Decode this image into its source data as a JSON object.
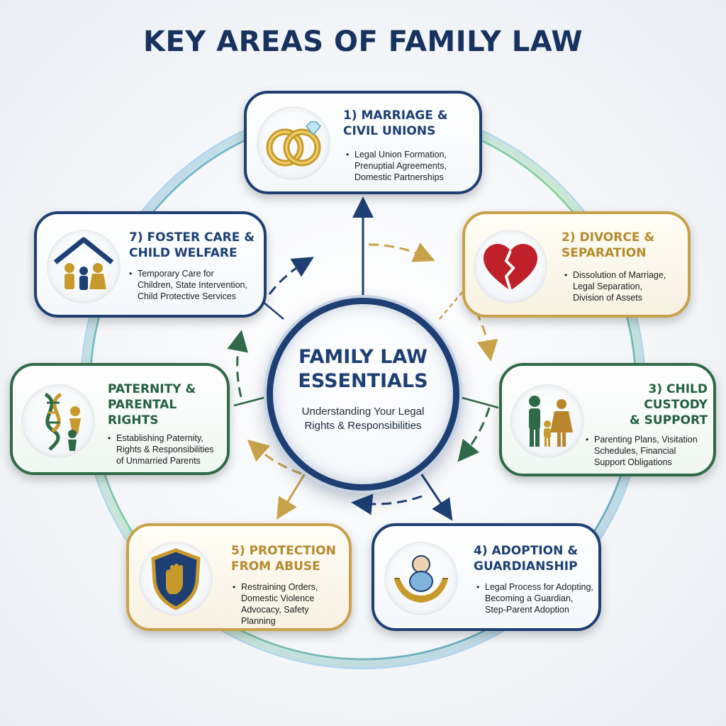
{
  "title": "KEY AREAS OF FAMILY LAW",
  "center": {
    "title": "FAMILY LAW\nESSENTIALS",
    "subtitle": "Understanding Your Legal\nRights & Responsibilities"
  },
  "colors": {
    "navy": "#1d3f73",
    "gold": "#c8a24a",
    "green": "#2e6a48",
    "heart_red": "#c0202a"
  },
  "cards": [
    {
      "title": "1) MARRIAGE &\nCIVIL UNIONS",
      "description": "Legal Union Formation,\nPrenuptial Agreements,\nDomestic Partnerships",
      "icon": "wedding-rings-icon"
    },
    {
      "title": "2) DIVORCE &\nSEPARATION",
      "description": "Dissolution of Marriage,\nLegal Separation,\nDivision of Assets",
      "icon": "broken-heart-icon"
    },
    {
      "title": "3) CHILD\nCUSTODY\n& SUPPORT",
      "description": "Parenting Plans, Visitation\nSchedules, Financial\nSupport Obligations",
      "icon": "family-icon"
    },
    {
      "title": "4) ADOPTION &\nGUARDIANSHIP",
      "description": "Legal Process for Adopting,\nBecoming a Guardian,\nStep-Parent Adoption",
      "icon": "baby-in-hands-icon"
    },
    {
      "title": "5) PROTECTION\nFROM ABUSE",
      "description": "Restraining Orders,\nDomestic Violence\nAdvocacy, Safety\nPlanning",
      "icon": "shield-fist-icon"
    },
    {
      "title": "PATERNITY &\nPARENTAL\nRIGHTS",
      "description": "Establishing Paternity,\nRights & Responsibilities\nof Unmarried Parents",
      "icon": "dna-parent-child-icon"
    },
    {
      "title": "7) FOSTER CARE &\nCHILD WELFARE",
      "description": "Temporary Care for\nChildren, State Intervention,\nChild Protective Services",
      "icon": "house-family-icon"
    }
  ]
}
